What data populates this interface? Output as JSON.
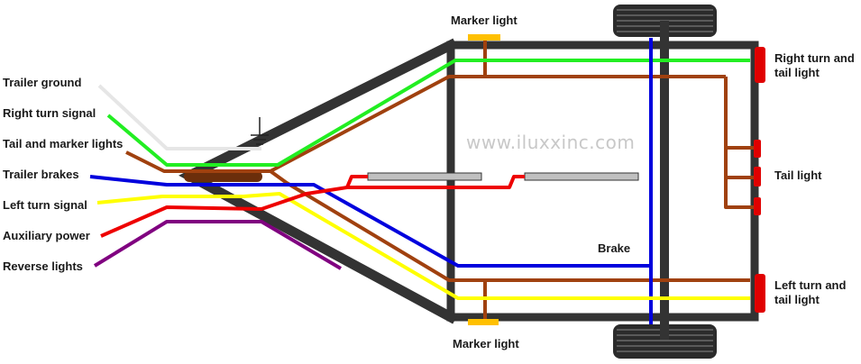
{
  "diagram": {
    "wire_labels": {
      "ground": "Trailer ground",
      "right_turn": "Right turn signal",
      "tail_marker": "Tail and marker lights",
      "brakes": "Trailer brakes",
      "left_turn": "Left turn signal",
      "aux": "Auxiliary power",
      "reverse": "Reverse lights"
    },
    "light_labels": {
      "marker_top": "Marker light",
      "marker_bottom": "Marker light",
      "right_turn_tail_1": "Right turn and",
      "right_turn_tail_2": "tail light",
      "tail": "Tail light",
      "left_turn_tail_1": "Left turn and",
      "left_turn_tail_2": "tail light",
      "brake": "Brake"
    },
    "watermark": "www.iluxxinc.com",
    "colors": {
      "frame": "#333333",
      "ground": "#e6e6e6",
      "green": "#22ee22",
      "brown": "#a0410f",
      "blue": "#0000dd",
      "yellow": "#ffff00",
      "red": "#ee0000",
      "purple": "#800080",
      "light_red": "#e00000",
      "marker_amber": "#ffc000",
      "tire": "#2b2b2b"
    }
  }
}
